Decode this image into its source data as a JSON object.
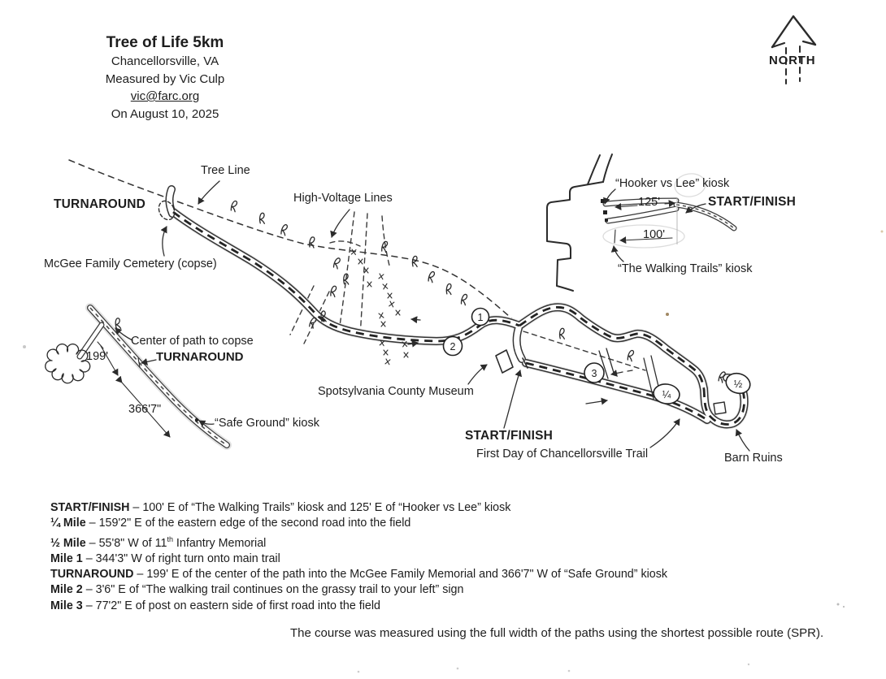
{
  "header": {
    "title": "Tree of Life 5km",
    "location": "Chancellorsville, VA",
    "measured_by": "Measured by Vic Culp",
    "email": "vic@farc.org",
    "date": "On August 10, 2025"
  },
  "compass": {
    "label": "NORTH"
  },
  "map": {
    "labels": {
      "tree_line": "Tree Line",
      "turnaround_main": "TURNAROUND",
      "mcgee": "McGee Family Cemetery (copse)",
      "high_voltage": "High-Voltage Lines",
      "hooker_kiosk": "“Hooker vs Lee” kiosk",
      "dist_125": "125'",
      "start_finish_top": "START/FINISH",
      "dist_100": "100'",
      "walking_kiosk": "“The Walking Trails” kiosk",
      "center_path": "Center of path to copse",
      "dist_199": "199'",
      "turnaround_inset": "TURNAROUND",
      "dist_366": "366'7\"",
      "safe_ground_kiosk": "“Safe Ground” kiosk",
      "museum": "Spotsylvania County Museum",
      "start_finish_bottom": "START/FINISH",
      "first_day_trail": "First Day of Chancellorsville Trail",
      "barn_ruins": "Barn Ruins"
    },
    "markers": {
      "mile_1": "1",
      "mile_2": "2",
      "mile_3": "3",
      "quarter_mile": "¼",
      "half_mile": "½"
    }
  },
  "notes": [
    {
      "b": "START/FINISH",
      "t": " – 100' E of “The Walking Trails” kiosk and 125' E of “Hooker vs Lee” kiosk"
    },
    {
      "b": "¼ Mile",
      "t": " – 159'2\" E of the eastern edge of the second road into the field"
    },
    {
      "b": "½ Mile",
      "t": " – 55'8\" W of 11",
      "sup": "th",
      "t2": " Infantry Memorial"
    },
    {
      "b": "Mile 1",
      "t": " – 344'3\" W of right turn onto main trail"
    },
    {
      "b": "TURNAROUND",
      "t": " – 199' E of the center of the path into the McGee Family Memorial and 366'7\" W of “Safe Ground” kiosk"
    },
    {
      "b": "Mile 2",
      "t": " – 3'6\" E of “The walking trail continues on the grassy trail to your left” sign"
    },
    {
      "b": "Mile 3",
      "t": " – 77'2\" E of post on eastern side of first road into the field"
    }
  ],
  "footer": "The course was measured using the full width of the paths using the shortest possible route (SPR)."
}
